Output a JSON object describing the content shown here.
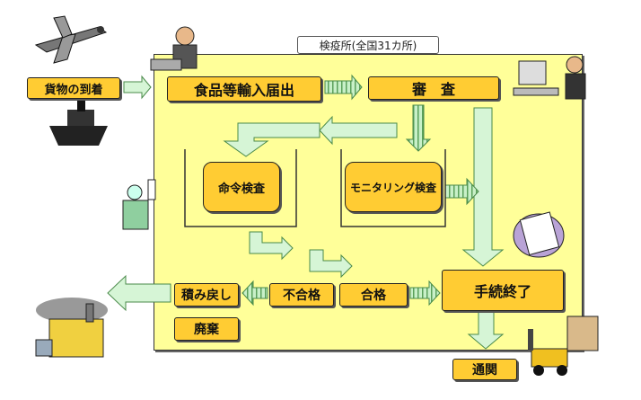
{
  "panel_label": "検疫所(全国31カ所)",
  "boxes": {
    "arrival": "貨物の到着",
    "import_notification": "食品等輸入届出",
    "examination": "審　査",
    "ordered_inspection": "命令検査",
    "monitoring_inspection": "モニタリング検査",
    "reshipment": "積み戻し",
    "fail": "不合格",
    "pass": "合格",
    "procedure_complete": "手続終了",
    "disposal": "廃棄",
    "customs": "通関"
  }
}
